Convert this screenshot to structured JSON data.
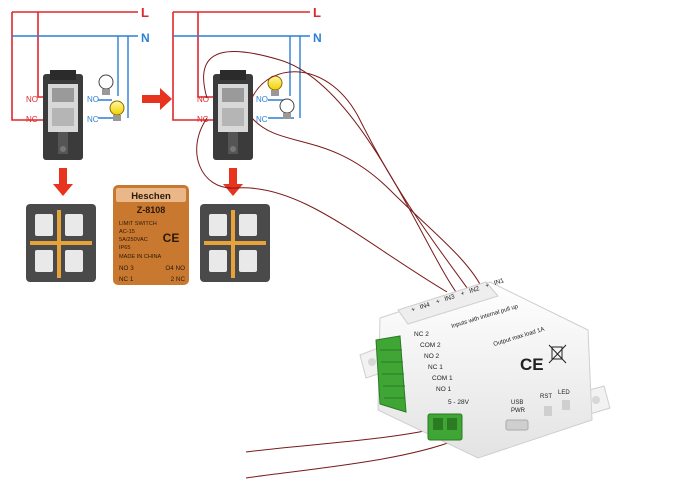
{
  "lines": {
    "live": "L",
    "neutral": "N"
  },
  "switch_left": {
    "no": "NO",
    "nc": "NC",
    "no_right": "NO",
    "nc_right": "NC"
  },
  "switch_right": {
    "no": "NO",
    "nc": "NC",
    "no_right": "NO",
    "nc_right": "NC"
  },
  "label_card": {
    "brand": "Heschen",
    "model": "Z-8108",
    "line1": "LIMIT SWITCH",
    "line2": "AC-15",
    "line3": "5A/250VAC",
    "line4": "IP65",
    "line5": "MADE IN CHINA",
    "ce": "CE",
    "no3": "NO 3",
    "no4": "O4 NO",
    "nc1": "NC 1",
    "nc2": "2 NC"
  },
  "module": {
    "inputs_caption": "Inputs with internal pull up",
    "top_pins": [
      "+",
      "IN4",
      "+",
      "IN3",
      "+",
      "IN2",
      "+",
      "IN1"
    ],
    "side_pins": [
      "NC 2",
      "COM 2",
      "NO 2",
      "NC 1",
      "COM 1",
      "NO 1"
    ],
    "power": "5 - 28V",
    "output_caption": "Output max load 1A",
    "ce": "CE",
    "usb": "USB",
    "pwr": "PWR",
    "rst": "RST",
    "led": "LED"
  },
  "colors": {
    "live_wire": "#e0262b",
    "neutral_wire": "#2c7fd6",
    "signal_wire": "#7a1a1a",
    "arrow": "#e8331f",
    "switch_body": "#3b3b3b",
    "card_bg": "#c9782f",
    "terminal_green": "#3fa535"
  }
}
